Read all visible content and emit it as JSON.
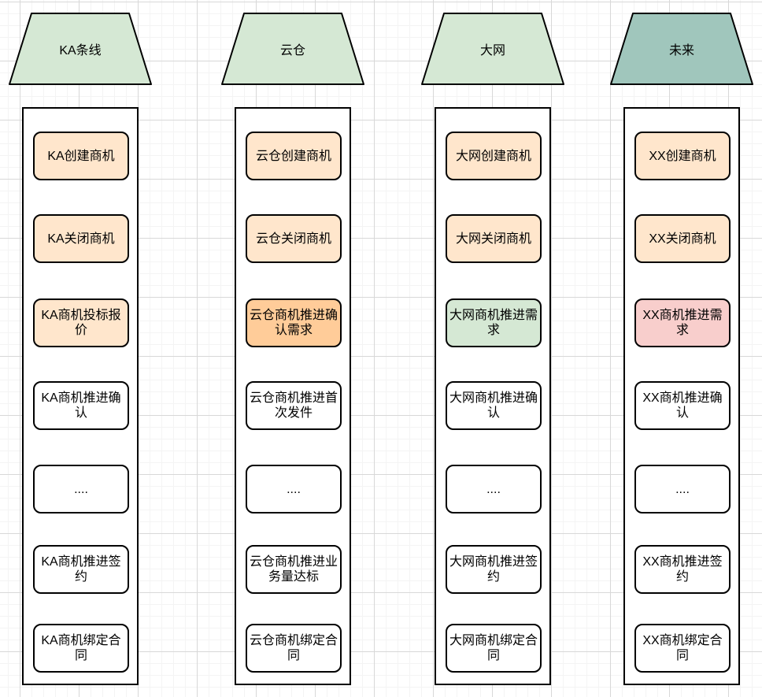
{
  "palette": {
    "green": "#d5e8d4",
    "teal": "#a0c6bc",
    "orange": "#ffe6cc",
    "orange_dark": "#ffcc99",
    "pink": "#f8cecc",
    "white": "#ffffff",
    "border": "#000000"
  },
  "columns": [
    {
      "header": "KA条线",
      "header_fill": "green",
      "boxes": [
        {
          "label": "KA创建商机",
          "fill": "orange"
        },
        {
          "label": "KA关闭商机",
          "fill": "orange"
        },
        {
          "label": "KA商机投标报价",
          "fill": "orange"
        },
        {
          "label": "KA商机推进确认",
          "fill": "white"
        },
        {
          "label": "....",
          "fill": "white"
        },
        {
          "label": "KA商机推进签约",
          "fill": "white"
        },
        {
          "label": "KA商机绑定合同",
          "fill": "white"
        }
      ]
    },
    {
      "header": "云仓",
      "header_fill": "green",
      "boxes": [
        {
          "label": "云仓创建商机",
          "fill": "orange"
        },
        {
          "label": "云仓关闭商机",
          "fill": "orange"
        },
        {
          "label": "云仓商机推进确认需求",
          "fill": "orange_dark"
        },
        {
          "label": "云仓商机推进首次发件",
          "fill": "white"
        },
        {
          "label": "....",
          "fill": "white"
        },
        {
          "label": "云仓商机推进业务量达标",
          "fill": "white"
        },
        {
          "label": "云仓商机绑定合同",
          "fill": "white"
        }
      ]
    },
    {
      "header": "大网",
      "header_fill": "green",
      "boxes": [
        {
          "label": "大网创建商机",
          "fill": "orange"
        },
        {
          "label": "大网关闭商机",
          "fill": "orange"
        },
        {
          "label": "大网商机推进需求",
          "fill": "green"
        },
        {
          "label": "大网商机推进确认",
          "fill": "white"
        },
        {
          "label": "....",
          "fill": "white"
        },
        {
          "label": "大网商机推进签约",
          "fill": "white"
        },
        {
          "label": "大网商机绑定合同",
          "fill": "white"
        }
      ]
    },
    {
      "header": "未来",
      "header_fill": "teal",
      "boxes": [
        {
          "label": "XX创建商机",
          "fill": "orange"
        },
        {
          "label": "XX关闭商机",
          "fill": "orange"
        },
        {
          "label": "XX商机推进需求",
          "fill": "pink"
        },
        {
          "label": "XX商机推进确认",
          "fill": "white"
        },
        {
          "label": "....",
          "fill": "white"
        },
        {
          "label": "XX商机推进签约",
          "fill": "white"
        },
        {
          "label": "XX商机绑定合同",
          "fill": "white"
        }
      ]
    }
  ]
}
